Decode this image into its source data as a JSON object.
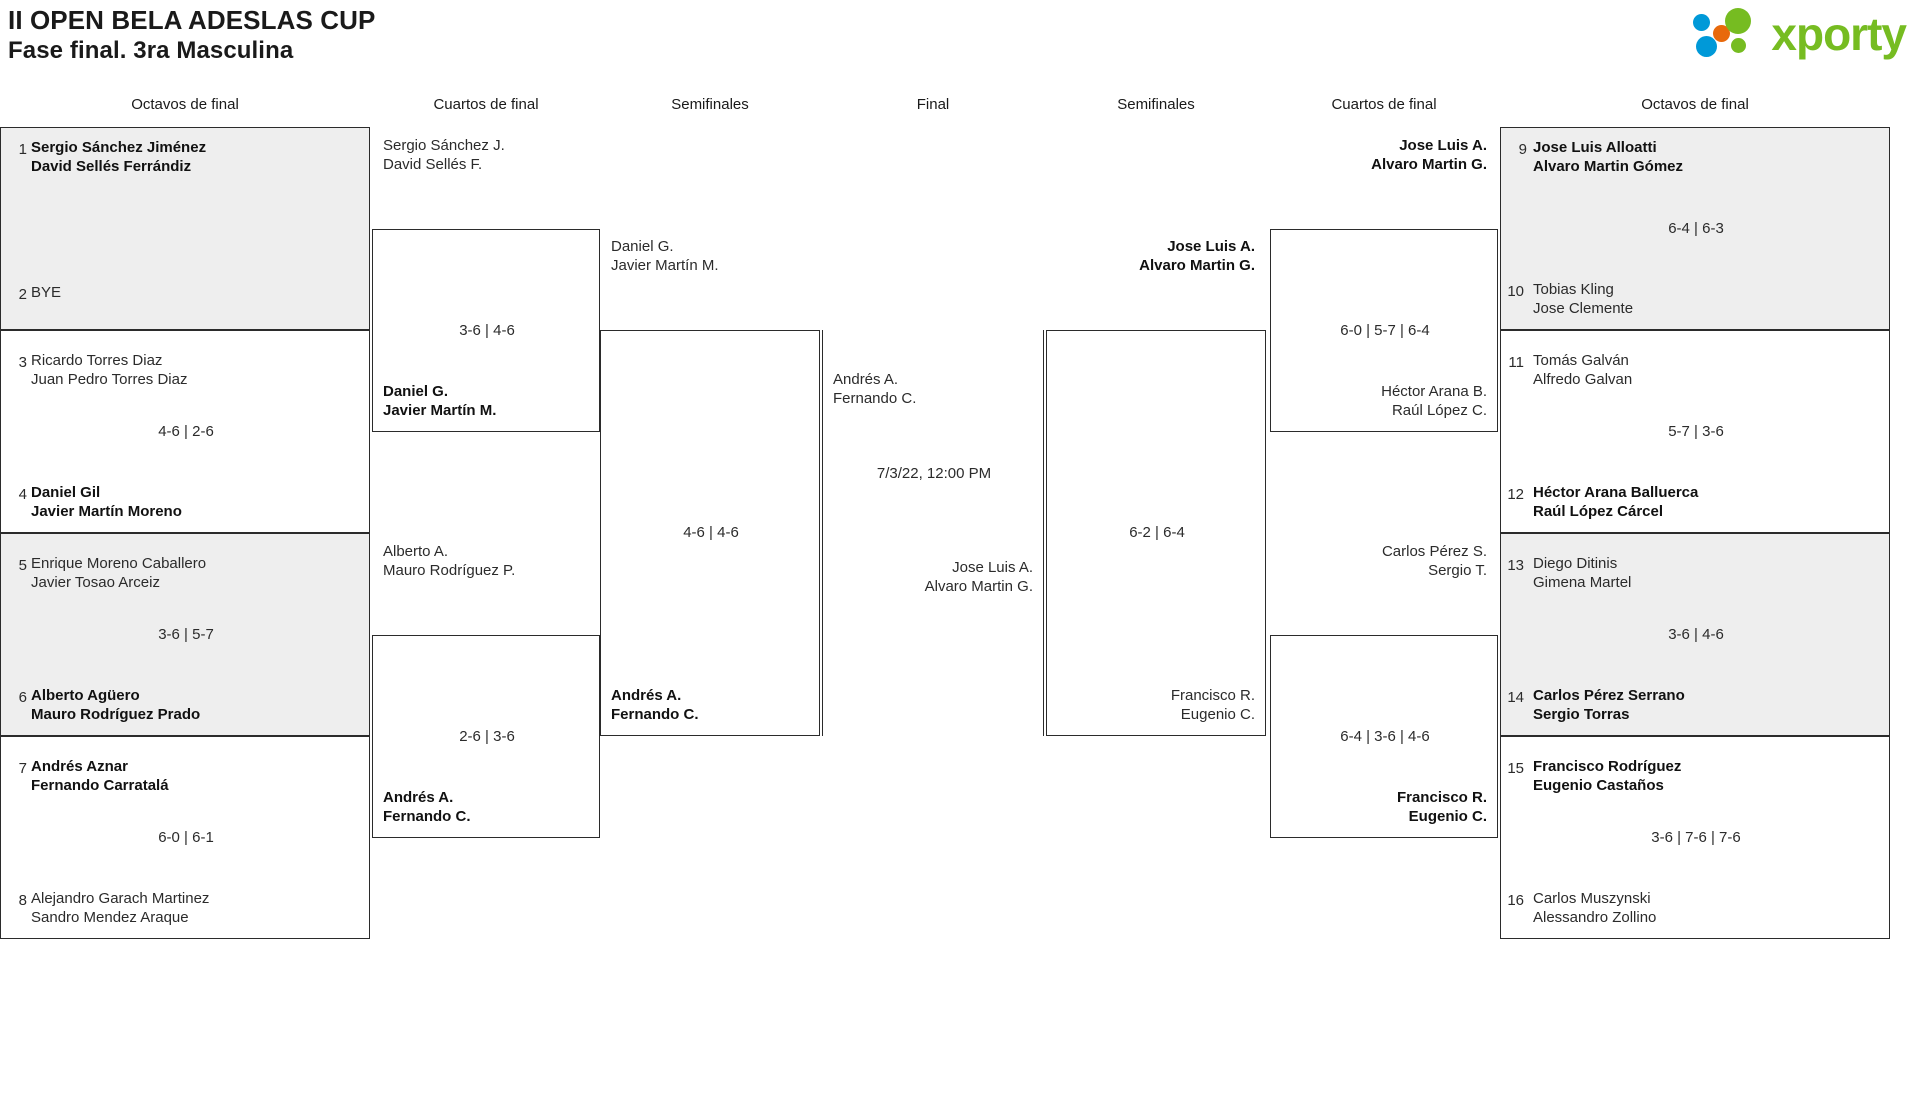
{
  "header": {
    "title_line1": "II OPEN BELA ADESLAS CUP",
    "title_line2": "Fase final. 3ra Masculina",
    "logo_text": "xporty",
    "logo_colors": {
      "green": "#76bc21",
      "blue": "#0099d8",
      "orange": "#e8690b"
    }
  },
  "round_headers": [
    {
      "label": "Octavos de final"
    },
    {
      "label": "Cuartos de final"
    },
    {
      "label": "Semifinales"
    },
    {
      "label": "Final"
    },
    {
      "label": "Semifinales"
    },
    {
      "label": "Cuartos de final"
    },
    {
      "label": "Octavos de final"
    }
  ],
  "left": {
    "octavos": [
      {
        "shaded": true,
        "top": {
          "seed": "1",
          "line1": "Sergio Sánchez Jiménez",
          "line2": "David Sellés Ferrándiz",
          "winner": true
        },
        "bottom": {
          "seed": "2",
          "line1": "BYE",
          "line2": "",
          "winner": false
        },
        "score": ""
      },
      {
        "shaded": false,
        "top": {
          "seed": "3",
          "line1": "Ricardo Torres Diaz",
          "line2": "Juan Pedro Torres Diaz",
          "winner": false
        },
        "bottom": {
          "seed": "4",
          "line1": "Daniel Gil",
          "line2": "Javier Martín Moreno",
          "winner": true
        },
        "score": "4-6 | 2-6"
      },
      {
        "shaded": true,
        "top": {
          "seed": "5",
          "line1": "Enrique Moreno Caballero",
          "line2": "Javier Tosao Arceiz",
          "winner": false
        },
        "bottom": {
          "seed": "6",
          "line1": "Alberto Agüero",
          "line2": "Mauro Rodríguez Prado",
          "winner": true
        },
        "score": "3-6 | 5-7"
      },
      {
        "shaded": false,
        "top": {
          "seed": "7",
          "line1": "Andrés Aznar",
          "line2": "Fernando Carratalá",
          "winner": true
        },
        "bottom": {
          "seed": "8",
          "line1": "Alejandro Garach Martinez",
          "line2": "Sandro Mendez Araque",
          "winner": false
        },
        "score": "6-0 | 6-1"
      }
    ],
    "cuartos": [
      {
        "top": {
          "line1": "Sergio Sánchez J.",
          "line2": "David Sellés F.",
          "winner": false
        },
        "bottom": {
          "line1": "Daniel G.",
          "line2": "Javier Martín M.",
          "winner": true
        },
        "score": "3-6 | 4-6"
      },
      {
        "top": {
          "line1": "Alberto A.",
          "line2": "Mauro Rodríguez P.",
          "winner": false
        },
        "bottom": {
          "line1": "Andrés A.",
          "line2": "Fernando C.",
          "winner": true
        },
        "score": "2-6 | 3-6"
      }
    ],
    "semifinal": {
      "top": {
        "line1": "Daniel G.",
        "line2": "Javier Martín M.",
        "winner": false
      },
      "bottom": {
        "line1": "Andrés A.",
        "line2": "Fernando C.",
        "winner": true
      },
      "score": "4-6 | 4-6"
    }
  },
  "final": {
    "top": {
      "line1": "Andrés A.",
      "line2": "Fernando C.",
      "winner": false
    },
    "bottom": {
      "line1": "Jose Luis A.",
      "line2": "Alvaro Martin G.",
      "winner": false
    },
    "score": "7/3/22, 12:00 PM"
  },
  "right": {
    "semifinal": {
      "top": {
        "line1": "Jose Luis A.",
        "line2": "Alvaro Martin G.",
        "winner": true
      },
      "bottom": {
        "line1": "Francisco R.",
        "line2": "Eugenio C.",
        "winner": false
      },
      "score": "6-2 | 6-4"
    },
    "cuartos": [
      {
        "top": {
          "line1": "Jose Luis A.",
          "line2": "Alvaro Martin G.",
          "winner": true
        },
        "bottom": {
          "line1": "Héctor Arana B.",
          "line2": "Raúl López C.",
          "winner": false
        },
        "score": "6-0 | 5-7 | 6-4"
      },
      {
        "top": {
          "line1": "Carlos Pérez S.",
          "line2": "Sergio T.",
          "winner": false
        },
        "bottom": {
          "line1": "Francisco R.",
          "line2": "Eugenio C.",
          "winner": true
        },
        "score": "6-4 | 3-6 | 4-6"
      }
    ],
    "octavos": [
      {
        "shaded": true,
        "top": {
          "seed": "9",
          "line1": "Jose Luis Alloatti",
          "line2": "Alvaro Martin Gómez",
          "winner": true
        },
        "bottom": {
          "seed": "10",
          "line1": "Tobias Kling",
          "line2": "Jose Clemente",
          "winner": false
        },
        "score": "6-4 | 6-3"
      },
      {
        "shaded": false,
        "top": {
          "seed": "11",
          "line1": "Tomás Galván",
          "line2": "Alfredo Galvan",
          "winner": false
        },
        "bottom": {
          "seed": "12",
          "line1": "Héctor Arana Balluerca",
          "line2": "Raúl López Cárcel",
          "winner": true
        },
        "score": "5-7 | 3-6"
      },
      {
        "shaded": true,
        "top": {
          "seed": "13",
          "line1": "Diego Ditinis",
          "line2": "Gimena Martel",
          "winner": false
        },
        "bottom": {
          "seed": "14",
          "line1": "Carlos Pérez Serrano",
          "line2": "Sergio Torras",
          "winner": true
        },
        "score": "3-6 | 4-6"
      },
      {
        "shaded": false,
        "top": {
          "seed": "15",
          "line1": "Francisco Rodríguez",
          "line2": "Eugenio Castaños",
          "winner": true
        },
        "bottom": {
          "seed": "16",
          "line1": "Carlos Muszynski",
          "line2": "Alessandro Zollino",
          "winner": false
        },
        "score": "3-6 | 7-6 | 7-6"
      }
    ]
  }
}
